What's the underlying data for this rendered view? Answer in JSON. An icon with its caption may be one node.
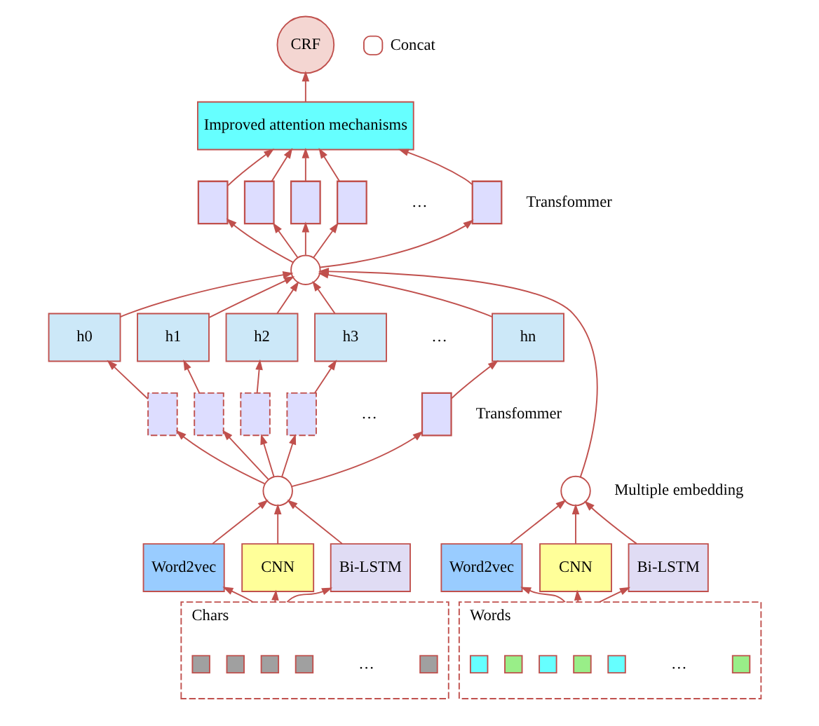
{
  "diagram": {
    "nodes": [
      {
        "text": [
          "CRF"
        ]
      },
      {
        "text": [
          "Improved attention mechanisms"
        ]
      },
      {
        "text": [],
        "shape": "box"
      },
      {
        "text": [],
        "shape": "box"
      },
      {
        "text": [],
        "shape": "box"
      },
      {
        "text": [],
        "shape": "box"
      },
      {
        "text": [],
        "shape": "box"
      },
      {
        "text": [],
        "shape": "circle"
      },
      {
        "text": [
          "h0"
        ]
      },
      {
        "text": [
          "h1"
        ]
      },
      {
        "text": [
          "h2"
        ]
      },
      {
        "text": [
          "h3"
        ]
      },
      {
        "text": [
          "hn"
        ]
      },
      {
        "text": [],
        "shape": "box"
      },
      {
        "text": [],
        "shape": "box"
      },
      {
        "text": [],
        "shape": "box"
      },
      {
        "text": [],
        "shape": "box"
      },
      {
        "text": [],
        "shape": "box"
      },
      {
        "text": [],
        "shape": "circle"
      },
      {
        "text": [],
        "shape": "circle"
      },
      {
        "text": [
          "Word2vec"
        ]
      },
      {
        "text": [
          "CNN"
        ]
      },
      {
        "text": [
          "Bi-LSTM"
        ]
      },
      {
        "text": [
          "Word2vec"
        ]
      },
      {
        "text": [
          "CNN"
        ]
      },
      {
        "text": [
          "Bi-LSTM"
        ]
      },
      {
        "text": [],
        "shape": "box",
        "beside": [
          "Chars"
        ]
      },
      {
        "text": [],
        "shape": "box",
        "in": 26
      },
      {
        "text": [],
        "shape": "box",
        "in": 26
      },
      {
        "text": [],
        "shape": "box",
        "in": 26
      },
      {
        "text": [],
        "shape": "box",
        "in": 26
      },
      {
        "text": [],
        "shape": "box",
        "in": 26
      },
      {
        "text": [],
        "shape": "box",
        "beside": [
          "Words"
        ]
      },
      {
        "text": [],
        "shape": "box",
        "in": 32
      },
      {
        "text": [],
        "shape": "box",
        "in": 32
      },
      {
        "text": [],
        "shape": "box",
        "in": 32
      },
      {
        "text": [],
        "shape": "box",
        "in": 32
      },
      {
        "text": [],
        "shape": "box",
        "in": 32
      },
      {
        "text": [],
        "shape": "box",
        "in": 32
      }
    ],
    "edges": [
      {
        "from": 1,
        "to": 0,
        "arrow": "to"
      },
      {
        "from": 2,
        "to": 1,
        "arrow": "to"
      },
      {
        "from": 3,
        "to": 1,
        "arrow": "to"
      },
      {
        "from": 4,
        "to": 1,
        "arrow": "to"
      },
      {
        "from": 5,
        "to": 1,
        "arrow": "to"
      },
      {
        "from": 6,
        "to": 1,
        "arrow": "to"
      },
      {
        "from": 7,
        "to": 2,
        "arrow": "to"
      },
      {
        "from": 7,
        "to": 3,
        "arrow": "to"
      },
      {
        "from": 7,
        "to": 4,
        "arrow": "to"
      },
      {
        "from": 7,
        "to": 5,
        "arrow": "to"
      },
      {
        "from": 7,
        "to": 6,
        "arrow": "to"
      },
      {
        "from": 8,
        "to": 7,
        "arrow": "to"
      },
      {
        "from": 9,
        "to": 7,
        "arrow": "to"
      },
      {
        "from": 10,
        "to": 7,
        "arrow": "to"
      },
      {
        "from": 11,
        "to": 7,
        "arrow": "to"
      },
      {
        "from": 12,
        "to": 7,
        "arrow": "to"
      },
      {
        "from": 19,
        "to": 7,
        "arrow": "to"
      },
      {
        "from": 13,
        "to": 8,
        "arrow": "to"
      },
      {
        "from": 14,
        "to": 9,
        "arrow": "to"
      },
      {
        "from": 15,
        "to": 10,
        "arrow": "to"
      },
      {
        "from": 16,
        "to": 11,
        "arrow": "to"
      },
      {
        "from": 17,
        "to": 12,
        "arrow": "to"
      },
      {
        "from": 18,
        "to": 13,
        "arrow": "to"
      },
      {
        "from": 18,
        "to": 14,
        "arrow": "to"
      },
      {
        "from": 18,
        "to": 15,
        "arrow": "to"
      },
      {
        "from": 18,
        "to": 16,
        "arrow": "to"
      },
      {
        "from": 18,
        "to": 17,
        "arrow": "to"
      },
      {
        "from": 20,
        "to": 18,
        "arrow": "to"
      },
      {
        "from": 21,
        "to": 18,
        "arrow": "to"
      },
      {
        "from": 22,
        "to": 18,
        "arrow": "to"
      },
      {
        "from": 23,
        "to": 19,
        "arrow": "to"
      },
      {
        "from": 24,
        "to": 19,
        "arrow": "to"
      },
      {
        "from": 25,
        "to": 19,
        "arrow": "to"
      },
      {
        "from": 26,
        "to": 20,
        "arrow": "to"
      },
      {
        "from": 26,
        "to": 21,
        "arrow": "to"
      },
      {
        "from": 26,
        "to": 22,
        "arrow": "to"
      },
      {
        "from": 32,
        "to": 23,
        "arrow": "to"
      },
      {
        "from": 32,
        "to": 24,
        "arrow": "to"
      },
      {
        "from": 32,
        "to": 25,
        "arrow": "to"
      }
    ],
    "labels": [
      "…",
      "Transfommer",
      "…",
      "…",
      "Transfommer",
      "Multiple embedding",
      "…",
      "…"
    ],
    "legend": [
      {
        "text": "Concat"
      }
    ]
  }
}
